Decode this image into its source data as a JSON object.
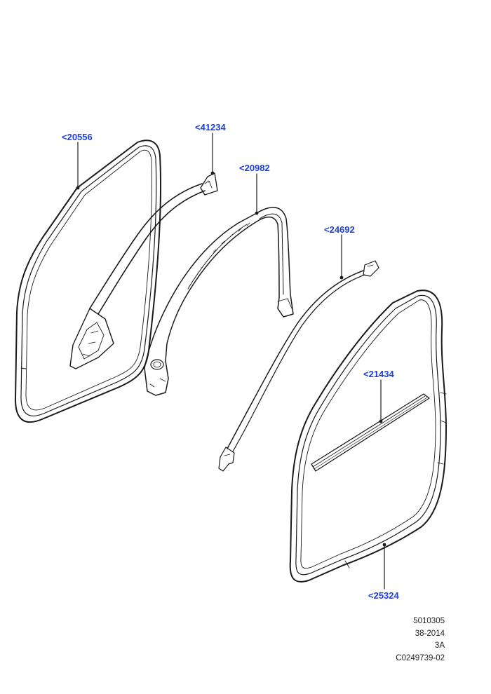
{
  "callouts": {
    "c1": "<20556",
    "c2": "<41234",
    "c3": "<20982",
    "c4": "<24692",
    "c5": "<21434",
    "c6": "<25324"
  },
  "meta_lines": [
    "5010305",
    "38-2014",
    "3A",
    "C0249739-02"
  ],
  "colors": {
    "callout": "#1f3fd6",
    "line": "#1a1a1a"
  }
}
